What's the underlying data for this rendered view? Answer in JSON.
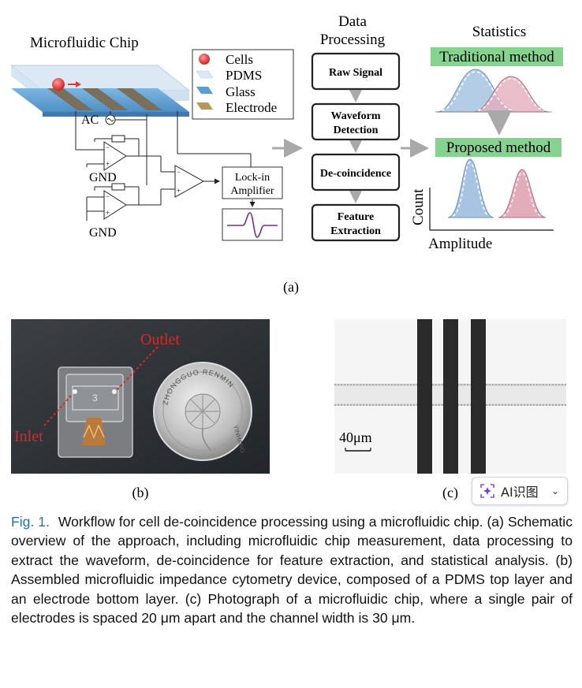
{
  "panel_a": {
    "chip_title": "Microfluidic Chip",
    "legend": {
      "cells": "Cells",
      "pdms": "PDMS",
      "glass": "Glass",
      "electrode": "Electrode"
    },
    "ac_label": "AC",
    "gnd_label": "GND",
    "plus": "+",
    "minus": "−",
    "lockin_line1": "Lock-in",
    "lockin_line2": "Amplifier",
    "data_processing_line1": "Data",
    "data_processing_line2": "Processing",
    "steps": {
      "raw_signal": "Raw Signal",
      "waveform_line1": "Waveform",
      "waveform_line2": "Detection",
      "decoincidence": "De-coincidence",
      "feature_line1": "Feature",
      "feature_line2": "Extraction"
    },
    "statistics_title": "Statistics",
    "traditional_method": "Traditional method",
    "proposed_method": "Proposed method",
    "ylabel": "Count",
    "xlabel": "Amplitude",
    "label": "(a)"
  },
  "panel_b": {
    "outlet": "Outlet",
    "inlet": "Inlet",
    "coin_top": "ZHONGGUO RENMIN",
    "coin_side": "YINHANG",
    "chip_mark": "3",
    "label": "(b)"
  },
  "panel_c": {
    "scale_bar": "40μm",
    "label": "(c)"
  },
  "ai_button": {
    "label": "AI识图",
    "chevron": "⌄"
  },
  "caption": {
    "fig_no": "Fig. 1.",
    "text": "Workflow for cell de-coincidence processing using a microfluidic chip. (a) Schematic overview of the approach, including microfluidic chip measurement, data processing to extract the waveform, de-coincidence for feature extraction, and statistical analysis. (b) Assembled microfluidic impedance cytometry device, composed of a PDMS top layer and an electrode bottom layer. (c) Photograph of a microfluidic chip, where a single pair of electrodes is spaced 20 μm apart and the channel width is 30 μm."
  },
  "colors": {
    "accent_blue": "#2a6fb0",
    "traditional_bg": "#7fd18b",
    "proposed_bg": "#7fd18b",
    "blue_dist": "#8fb3d9",
    "pink_dist": "#e0a3b3",
    "signal_purple": "#7a2e8e",
    "cell_red": "#e0393b",
    "electrode_gold": "#b89660",
    "glass_blue": "#6ea8d6"
  }
}
